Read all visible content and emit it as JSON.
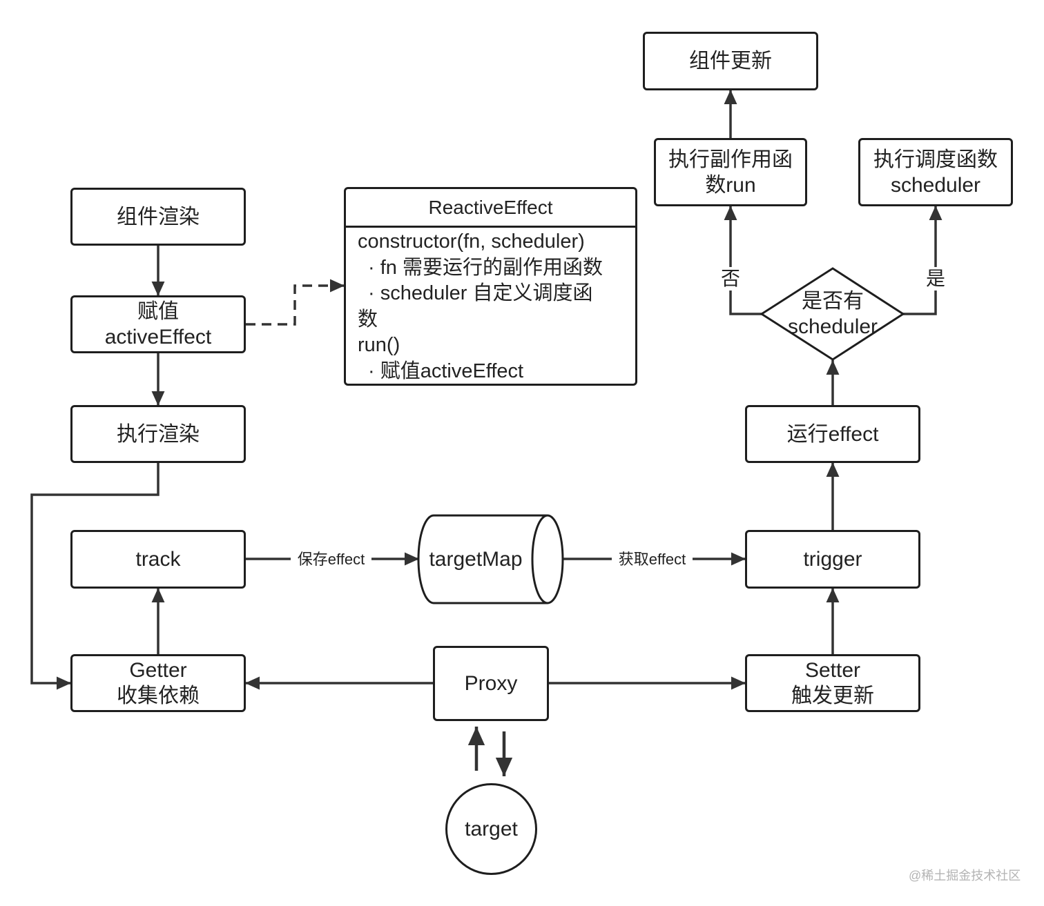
{
  "diagram": {
    "left_column": {
      "component_render": "组件渲染",
      "assign_active_effect": [
        "赋值",
        "activeEffect"
      ],
      "execute_render": "执行渲染",
      "track": "track",
      "getter": [
        "Getter",
        "收集依赖"
      ]
    },
    "center": {
      "reactive_effect": {
        "title": "ReactiveEffect",
        "lines": [
          "constructor(fn, scheduler)",
          "· fn 需要运行的副作用函数",
          "· scheduler 自定义调度函",
          "数",
          "run()",
          "· 赋值activeEffect"
        ]
      },
      "target_map": "targetMap",
      "proxy": "Proxy",
      "target": "target"
    },
    "right_column": {
      "component_update": "组件更新",
      "run_side_effect": [
        "执行副作用函",
        "数run"
      ],
      "run_scheduler": [
        "执行调度函数",
        "scheduler"
      ],
      "has_scheduler": [
        "是否有",
        "scheduler"
      ],
      "run_effect": "运行effect",
      "trigger": "trigger",
      "setter": [
        "Setter",
        "触发更新"
      ]
    },
    "edge_labels": {
      "save_effect": "保存effect",
      "get_effect": "获取effect",
      "no": "否",
      "yes": "是"
    }
  },
  "watermark": "@稀土掘金技术社区",
  "colors": {
    "stroke": "#1e1e1e",
    "wire": "#333333",
    "text": "#222222",
    "background": "#ffffff",
    "watermark": "#b3b3b3"
  }
}
